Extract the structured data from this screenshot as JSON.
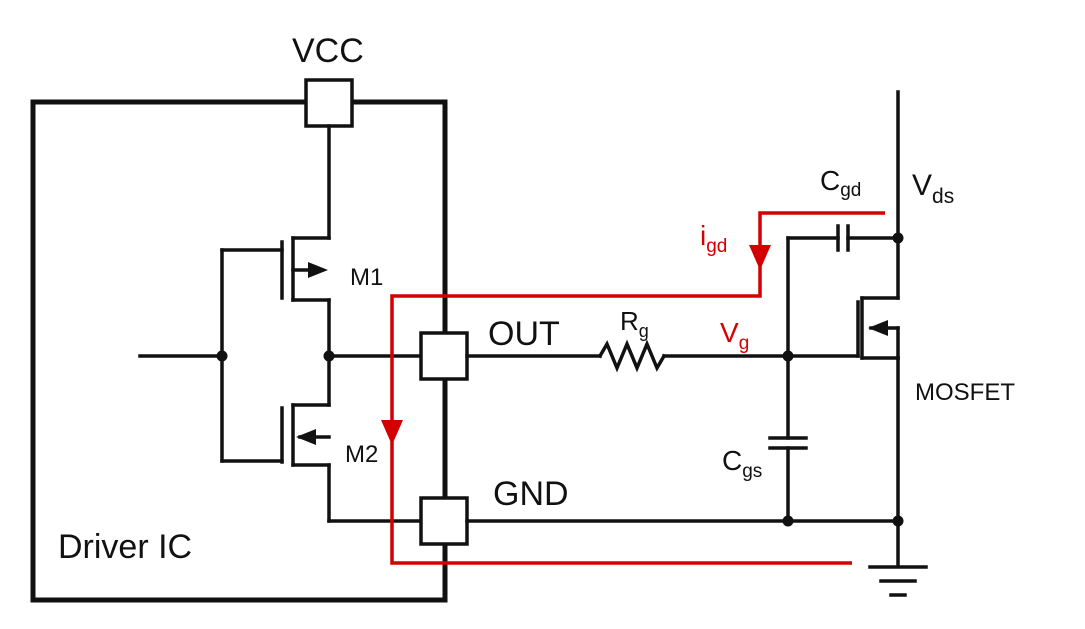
{
  "labels": {
    "vcc": "VCC",
    "driver_ic": "Driver IC",
    "m1": "M1",
    "m2": "M2",
    "out": "OUT",
    "gnd": "GND",
    "rg_main": "R",
    "rg_sub": "g",
    "vg_main": "V",
    "vg_sub": "g",
    "igd_main": "i",
    "igd_sub": "gd",
    "cgd_main": "C",
    "cgd_sub": "gd",
    "cgs_main": "C",
    "cgs_sub": "gs",
    "vds_main": "V",
    "vds_sub": "ds",
    "mosfet": "MOSFET"
  },
  "colors": {
    "wire": "#111111",
    "current_path": "#d40000"
  }
}
